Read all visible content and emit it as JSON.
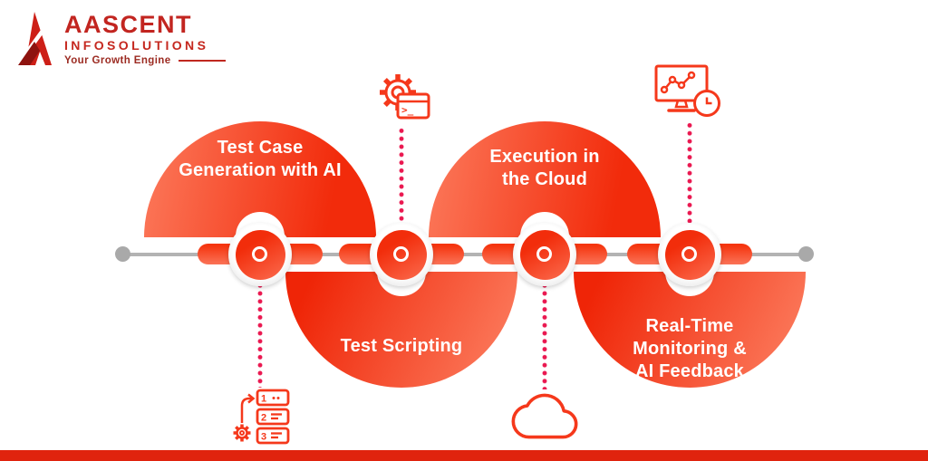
{
  "logo": {
    "brand": "AASCENT",
    "subtitle": "INFOSOLUTIONS",
    "tagline": "Your Growth Engine"
  },
  "stages": [
    {
      "name": "test-case-generation-with-ai",
      "lines": [
        "Test Case",
        "Generation with AI"
      ],
      "dome": "top",
      "icon": "process-checklist-icon"
    },
    {
      "name": "test-scripting",
      "lines": [
        "Test Scripting"
      ],
      "dome": "bottom",
      "icon": "gear-terminal-icon"
    },
    {
      "name": "execution-in-the-cloud",
      "lines": [
        "Execution in",
        "the Cloud"
      ],
      "dome": "top",
      "icon": "cloud-icon"
    },
    {
      "name": "real-time-monitoring-ai-feedback",
      "lines": [
        "Real-Time",
        "Monitoring &",
        "AI Feedback"
      ],
      "dome": "bottom",
      "icon": "monitor-clock-icon"
    }
  ],
  "icons": {
    "terminal_prompt": ">_",
    "checklist_items": [
      "1",
      "2",
      "3"
    ]
  },
  "colors": {
    "dome_red_dark": "#f22b0b",
    "dome_red_light": "#fc7a5c",
    "icon_stroke": "#f5381b",
    "dot_pink": "#ea1850",
    "timeline_gray": "#b3b3b3",
    "brand_red": "#c22520",
    "brand_dark_red": "#8e130f",
    "footer_bar": "#e0230e"
  }
}
